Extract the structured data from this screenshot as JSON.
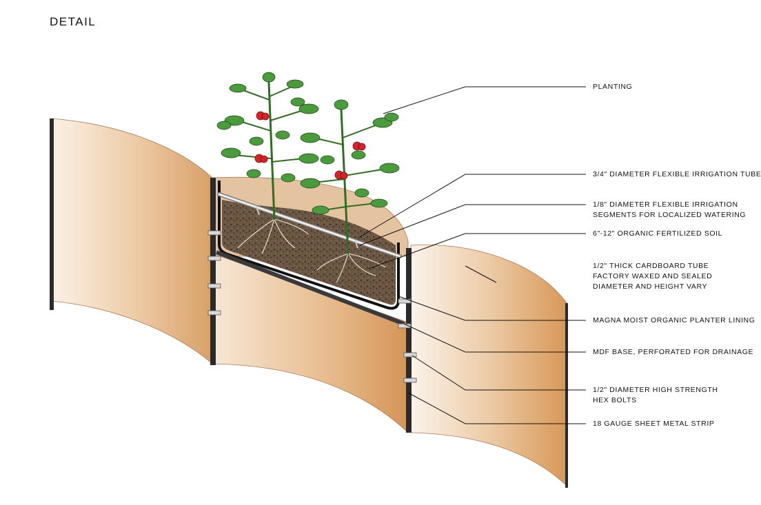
{
  "title": "DETAIL",
  "colors": {
    "cardboard_light": "#f8ebdd",
    "cardboard_dark": "#d69a5e",
    "soil": "#5e4a38",
    "leaf": "#4a9b3c",
    "tomato": "#d8222a",
    "metal": "#2b2b2b"
  },
  "callouts": [
    {
      "id": "planting",
      "lines": [
        "PLANTING"
      ]
    },
    {
      "id": "irrigation-tube",
      "lines": [
        "3/4\" DIAMETER FLEXIBLE IRRIGATION TUBE"
      ]
    },
    {
      "id": "irrigation-segments",
      "lines": [
        "1/8\" DIAMETER FLEXIBLE IRRIGATION",
        "SEGMENTS FOR LOCALIZED WATERING"
      ]
    },
    {
      "id": "soil",
      "lines": [
        "6\"-12\" ORGANIC FERTILIZED SOIL"
      ]
    },
    {
      "id": "cardboard-tube",
      "lines": [
        "1/2\" THICK CARDBOARD TUBE",
        "FACTORY WAXED AND SEALED",
        "DIAMETER AND HEIGHT VARY"
      ]
    },
    {
      "id": "planter-lining",
      "lines": [
        "MAGNA MOIST ORGANIC PLANTER LINING"
      ]
    },
    {
      "id": "mdf-base",
      "lines": [
        "MDF BASE, PERFORATED FOR DRAINAGE"
      ]
    },
    {
      "id": "hex-bolts",
      "lines": [
        "1/2\" DIAMETER HIGH STRENGTH",
        "HEX BOLTS"
      ]
    },
    {
      "id": "metal-strip",
      "lines": [
        "18 GAUGE SHEET METAL STRIP"
      ]
    }
  ]
}
